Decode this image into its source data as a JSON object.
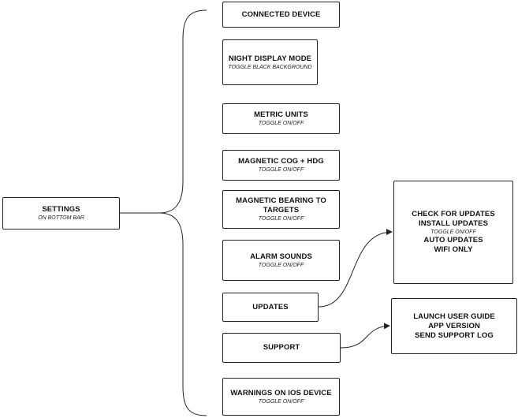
{
  "root": {
    "title": "SETTINGS",
    "subtitle": "ON BOTTOM BAR"
  },
  "items": [
    {
      "title": "CONNECTED DEVICE",
      "subtitle": ""
    },
    {
      "title": "NIGHT DISPLAY MODE",
      "subtitle": "TOGGLE BLACK BACKGROUND"
    },
    {
      "title": "METRIC UNITS",
      "subtitle": "TOGGLE ON/OFF"
    },
    {
      "title": "MAGNETIC COG + HDG",
      "subtitle": "TOGGLE ON/OFF"
    },
    {
      "title": "MAGNETIC BEARING TO TARGETS",
      "subtitle": "TOGGLE ON/OFF"
    },
    {
      "title": "ALARM SOUNDS",
      "subtitle": "TOGGLE ON/OFF"
    },
    {
      "title": "UPDATES",
      "subtitle": ""
    },
    {
      "title": "SUPPORT",
      "subtitle": ""
    },
    {
      "title": "WARNINGS ON IOS DEVICE",
      "subtitle": "TOGGLE ON/OFF"
    }
  ],
  "updates_detail": {
    "check": "CHECK FOR UPDATES",
    "install": "INSTALL UPDATES",
    "install_note": "TOGGLE ON/OFF",
    "auto": "AUTO UPDATES",
    "wifi": "WIFI ONLY"
  },
  "support_detail": {
    "guide": "LAUNCH USER GUIDE",
    "version": "APP VERSION",
    "log": "SEND SUPPORT LOG"
  }
}
